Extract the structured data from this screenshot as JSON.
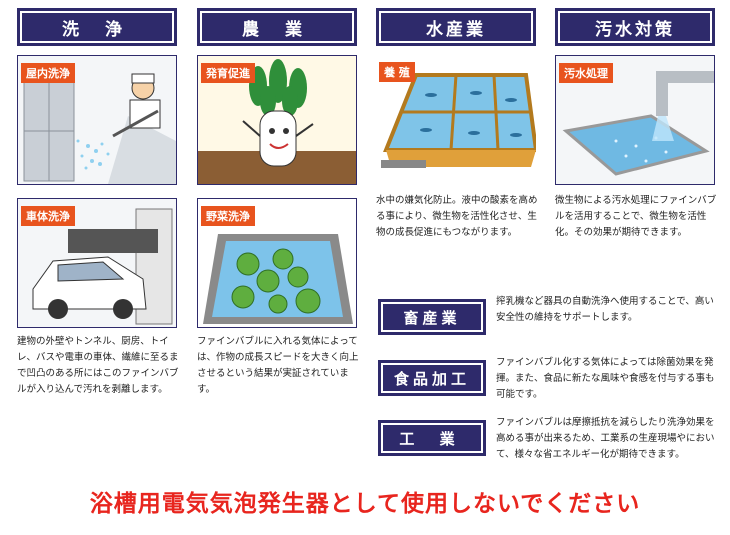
{
  "headers": {
    "wash": "洗 浄",
    "agri": "農 業",
    "fish": "水産業",
    "sewage": "汚水対策"
  },
  "tags": {
    "indoor": "屋内洗浄",
    "growth": "発育促進",
    "farming": "養 殖",
    "sewage_treat": "汚水処理",
    "car": "車体洗浄",
    "veg": "野菜洗浄"
  },
  "descriptions": {
    "wash": "建物の外壁やトンネル、厨房、トイレ、バスや電車の車体、繊維に至るまで凹凸のある所にはこのファインバブルが入り込んで汚れを剥離します。",
    "agri": "ファインバブルに入れる気体によっては、作物の成長スピードを大きく向上させるという結果が実証されています。",
    "fish": "水中の嫌気化防止。液中の酸素を高める事により、微生物を活性化させ、生物の成長促進にもつながります。",
    "sewage": "微生物による汚水処理にファインバブルを活用することで、微生物を活性化。その効果が期待できます。"
  },
  "side_items": [
    {
      "label": "畜産業",
      "text": "搾乳機など器具の自動洗浄へ使用することで、高い安全性の維持をサポートします。"
    },
    {
      "label": "食品加工",
      "text": "ファインバブル化する気体によっては除菌効果を発揮。また、食品に新たな風味や食感を付与する事も可能です。"
    },
    {
      "label": "工 業",
      "text": "ファインバブルは摩擦抵抗を減らしたり洗浄効果を高める事が出来るため、工業系の生産現場やにおいて、様々な省エネルギー化が期待できます。"
    }
  ],
  "warning": "浴槽用電気気泡発生器として使用しないでください",
  "colors": {
    "navy": "#2e2a6b",
    "orange": "#e8541e",
    "red": "#e8251e"
  }
}
